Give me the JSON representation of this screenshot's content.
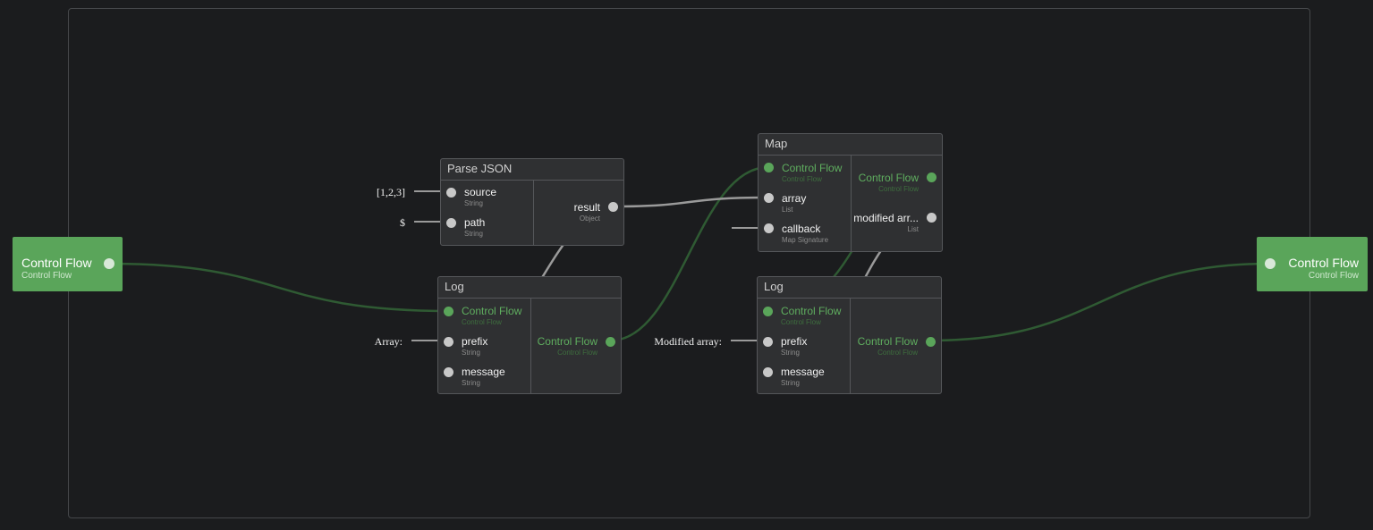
{
  "input_node": {
    "title": "Control Flow",
    "subtitle": "Control Flow"
  },
  "output_node": {
    "title": "Control Flow",
    "subtitle": "Control Flow"
  },
  "parse_json": {
    "title": "Parse JSON",
    "inputs": [
      {
        "label": "source",
        "type": "String",
        "value": "[1,2,3]"
      },
      {
        "label": "path",
        "type": "String",
        "value": "$"
      }
    ],
    "output": {
      "label": "result",
      "type": "Object"
    }
  },
  "log1": {
    "title": "Log",
    "flow_in": {
      "label": "Control Flow",
      "type": "Control Flow"
    },
    "inputs": [
      {
        "label": "prefix",
        "type": "String",
        "value": "Array:"
      },
      {
        "label": "message",
        "type": "String"
      }
    ],
    "flow_out": {
      "label": "Control Flow",
      "type": "Control Flow"
    }
  },
  "map": {
    "title": "Map",
    "flow_in": {
      "label": "Control Flow",
      "type": "Control Flow"
    },
    "inputs": [
      {
        "label": "array",
        "type": "List"
      },
      {
        "label": "callback",
        "type": "Map Signature"
      }
    ],
    "flow_out": {
      "label": "Control Flow",
      "type": "Control Flow"
    },
    "output": {
      "label": "modified arr...",
      "type": "List"
    }
  },
  "log2": {
    "title": "Log",
    "flow_in": {
      "label": "Control Flow",
      "type": "Control Flow"
    },
    "inputs": [
      {
        "label": "prefix",
        "type": "String",
        "value": "Modified array:"
      },
      {
        "label": "message",
        "type": "String"
      }
    ],
    "flow_out": {
      "label": "Control Flow",
      "type": "Control Flow"
    }
  },
  "colors": {
    "background": "#1b1c1e",
    "flow": "#5aa55a",
    "flow_wire": "#2f5a33",
    "data_wire": "#9a9a9a",
    "node_body": "#2f3032"
  }
}
